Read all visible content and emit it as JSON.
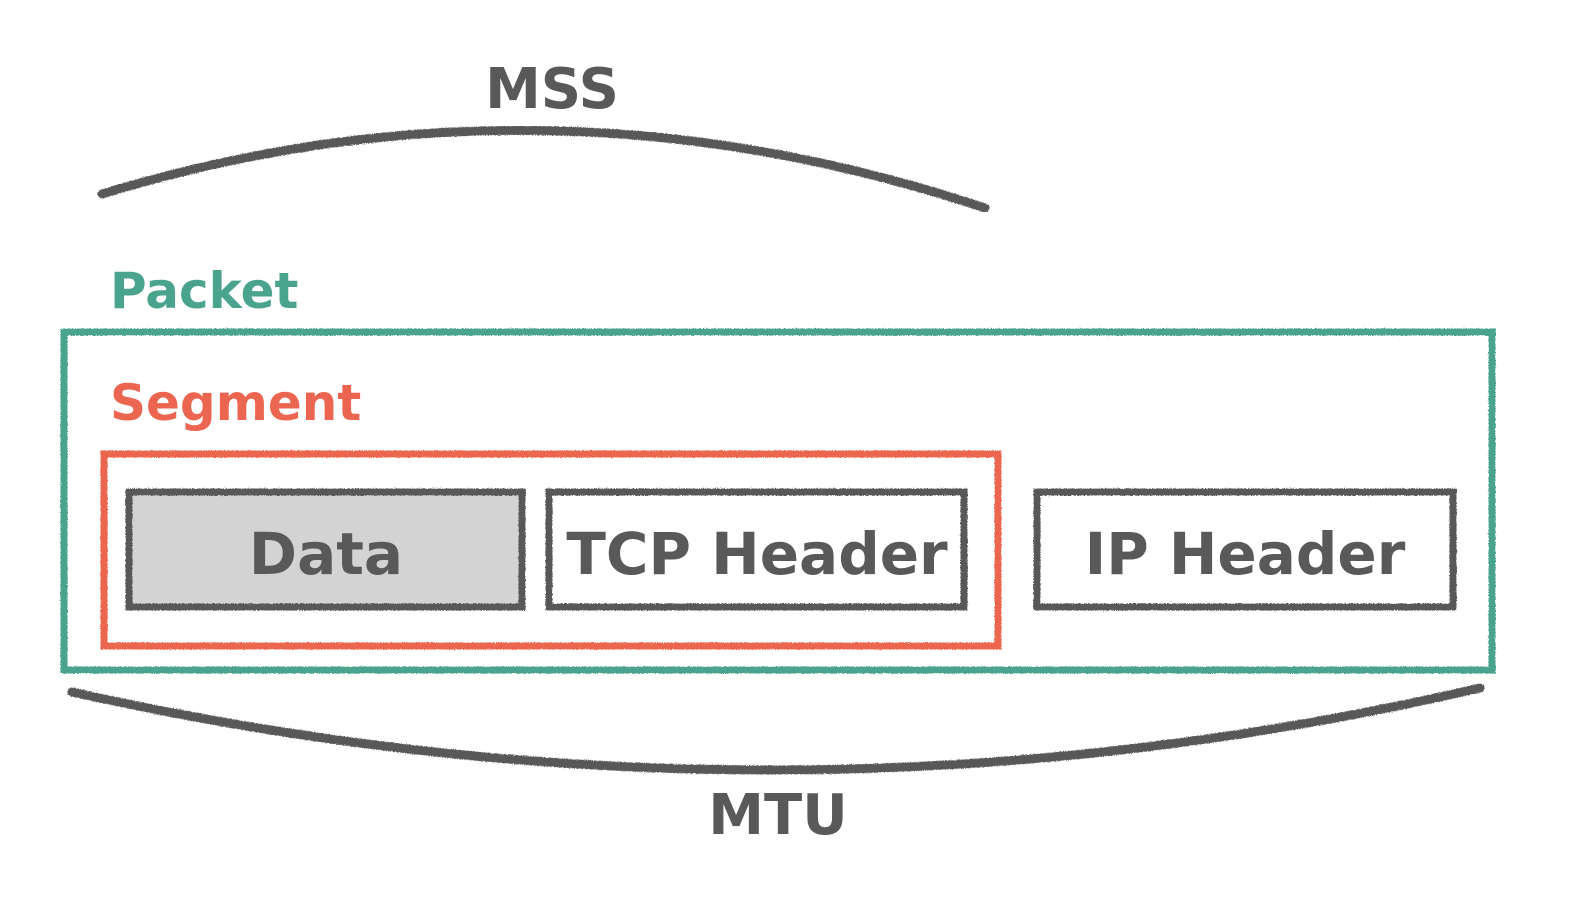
{
  "labels": {
    "mss": "MSS",
    "packet": "Packet",
    "segment": "Segment",
    "data": "Data",
    "tcp_header": "TCP Header",
    "ip_header": "IP Header",
    "mtu": "MTU"
  },
  "colors": {
    "packet": "#4aa38d",
    "segment": "#eb6550",
    "stroke": "#595959",
    "text": "#595959",
    "data_fill": "#d3d3d3",
    "background": "#ffffff"
  }
}
